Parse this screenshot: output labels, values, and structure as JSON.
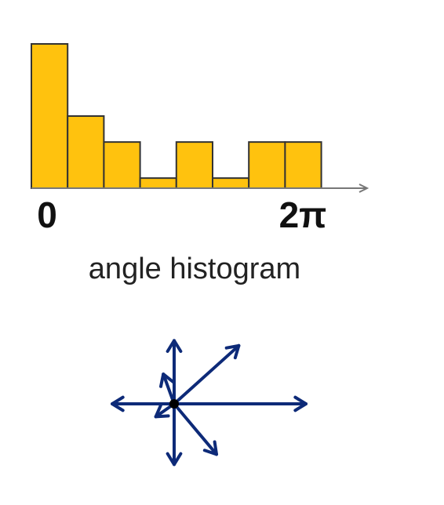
{
  "chart_data": {
    "type": "bar",
    "bar_values": [
      1.0,
      0.5,
      0.32,
      0.07,
      0.32,
      0.07,
      0.32,
      0.32
    ],
    "x_tick_labels": [
      "0",
      "2π"
    ],
    "caption": "angle histogram",
    "colors": {
      "bar_fill": "#FFC20E",
      "bar_stroke": "#333333",
      "axis": "#777777"
    }
  },
  "arrow_diagram": {
    "arrow_color": "#0D2A78",
    "center_color": "#000000",
    "vectors": [
      {
        "angle_deg": 0,
        "length": 1.0
      },
      {
        "angle_deg": 42,
        "length": 0.66
      },
      {
        "angle_deg": 90,
        "length": 0.48
      },
      {
        "angle_deg": 110,
        "length": 0.24
      },
      {
        "angle_deg": 180,
        "length": 0.47
      },
      {
        "angle_deg": 215,
        "length": 0.17
      },
      {
        "angle_deg": 270,
        "length": 0.46
      },
      {
        "angle_deg": 310,
        "length": 0.5
      }
    ]
  }
}
